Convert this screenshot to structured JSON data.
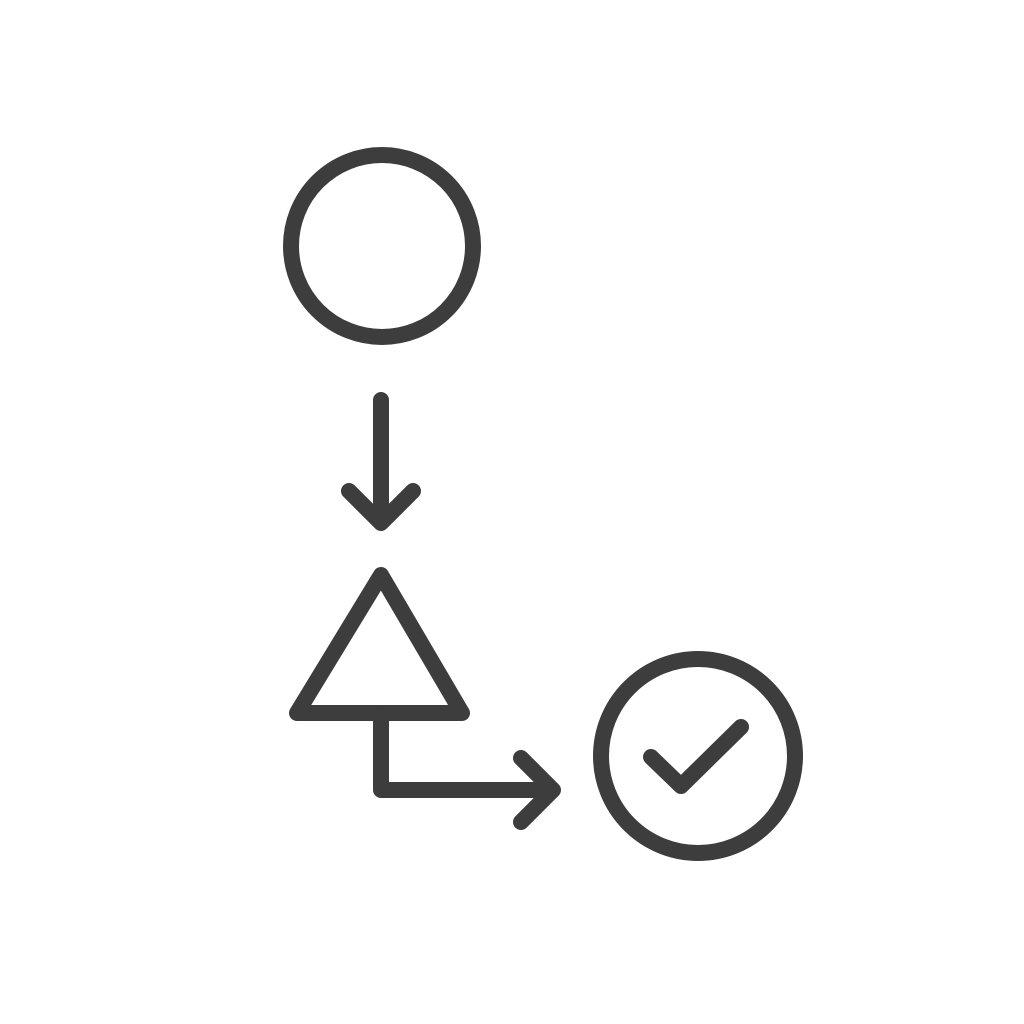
{
  "diagram": {
    "type": "flow",
    "colors": {
      "background": "#ffffff",
      "stroke": "#3d3d3d"
    },
    "nodes": [
      {
        "id": "start",
        "shape": "circle",
        "icon": "circle-outline-icon"
      },
      {
        "id": "decision",
        "shape": "triangle",
        "icon": "triangle-outline-icon"
      },
      {
        "id": "done",
        "shape": "circle-with-check",
        "icon": "check-circle-icon"
      }
    ],
    "connectors": [
      {
        "from": "start",
        "to": "decision",
        "style": "arrow-down"
      },
      {
        "from": "decision",
        "to": "done",
        "style": "elbow-arrow-right"
      }
    ]
  }
}
